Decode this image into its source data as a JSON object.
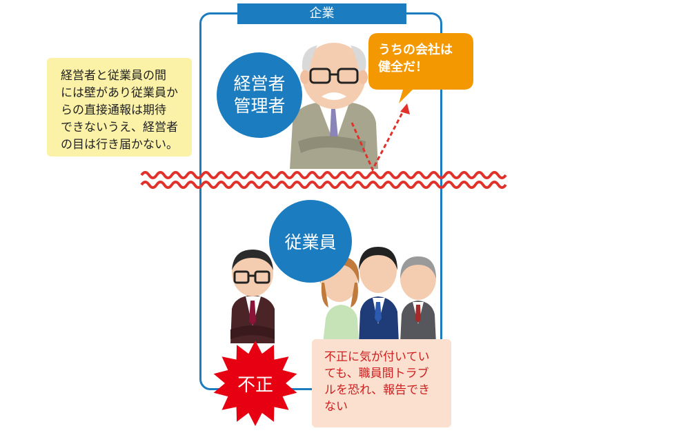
{
  "company_label": "企業",
  "management_label": "経営者\n管理者",
  "management_line1": "経営者",
  "management_line2": "管理者",
  "speech_line1": "うちの会社は",
  "speech_line2": "健全だ！",
  "note_left_lines": [
    "経営者と従業員の間",
    "には壁があり従業員か",
    "らの直接通報は期待",
    "できないうえ、経営者",
    "の目は行き届かない。"
  ],
  "employees_label": "従業員",
  "note_right_lines": [
    "不正に気が付いてい",
    "ても、職員間トラブ",
    "ルを恐れ、報告でき",
    "ない"
  ],
  "fraud_label": "不正",
  "colors": {
    "company_blue": "#1b7cbf",
    "wall_red": "#e0312b",
    "speech_orange": "#f39800",
    "note_yellow": "#fbf2a8",
    "note_peach": "#fce0cf",
    "fraud_red": "#e60012"
  }
}
